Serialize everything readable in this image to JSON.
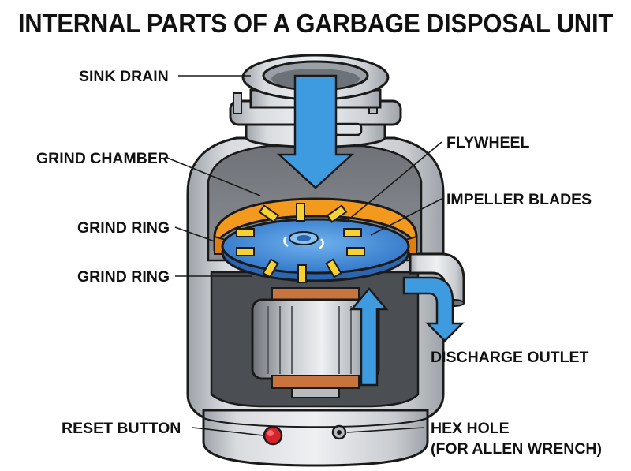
{
  "title": "INTERNAL PARTS OF A GARBAGE DISPOSAL UNIT",
  "labels": {
    "sink_drain": "SINK DRAIN",
    "grind_chamber": "GRIND CHAMBER",
    "grind_ring_upper": "GRIND RING",
    "grind_ring_lower": "GRIND RING",
    "flywheel": "FLYWHEEL",
    "impeller_blades": "IMPELLER BLADES",
    "discharge_outlet": "DISCHARGE OUTLET",
    "reset_button": "RESET BUTTON",
    "hex_hole_line1": "HEX HOLE",
    "hex_hole_line2": "(FOR ALLEN WRENCH)"
  },
  "colors": {
    "housing": "#c9ccd0",
    "housing_dark": "#8e939a",
    "chamber_interior": "#7a7d82",
    "grind_ring": "#f39a1e",
    "flywheel": "#3d86d6",
    "impeller_blade": "#f6d12f",
    "flow_arrow": "#3f9be0",
    "motor_coil": "#c8743c",
    "reset_button": "#d9232a"
  }
}
